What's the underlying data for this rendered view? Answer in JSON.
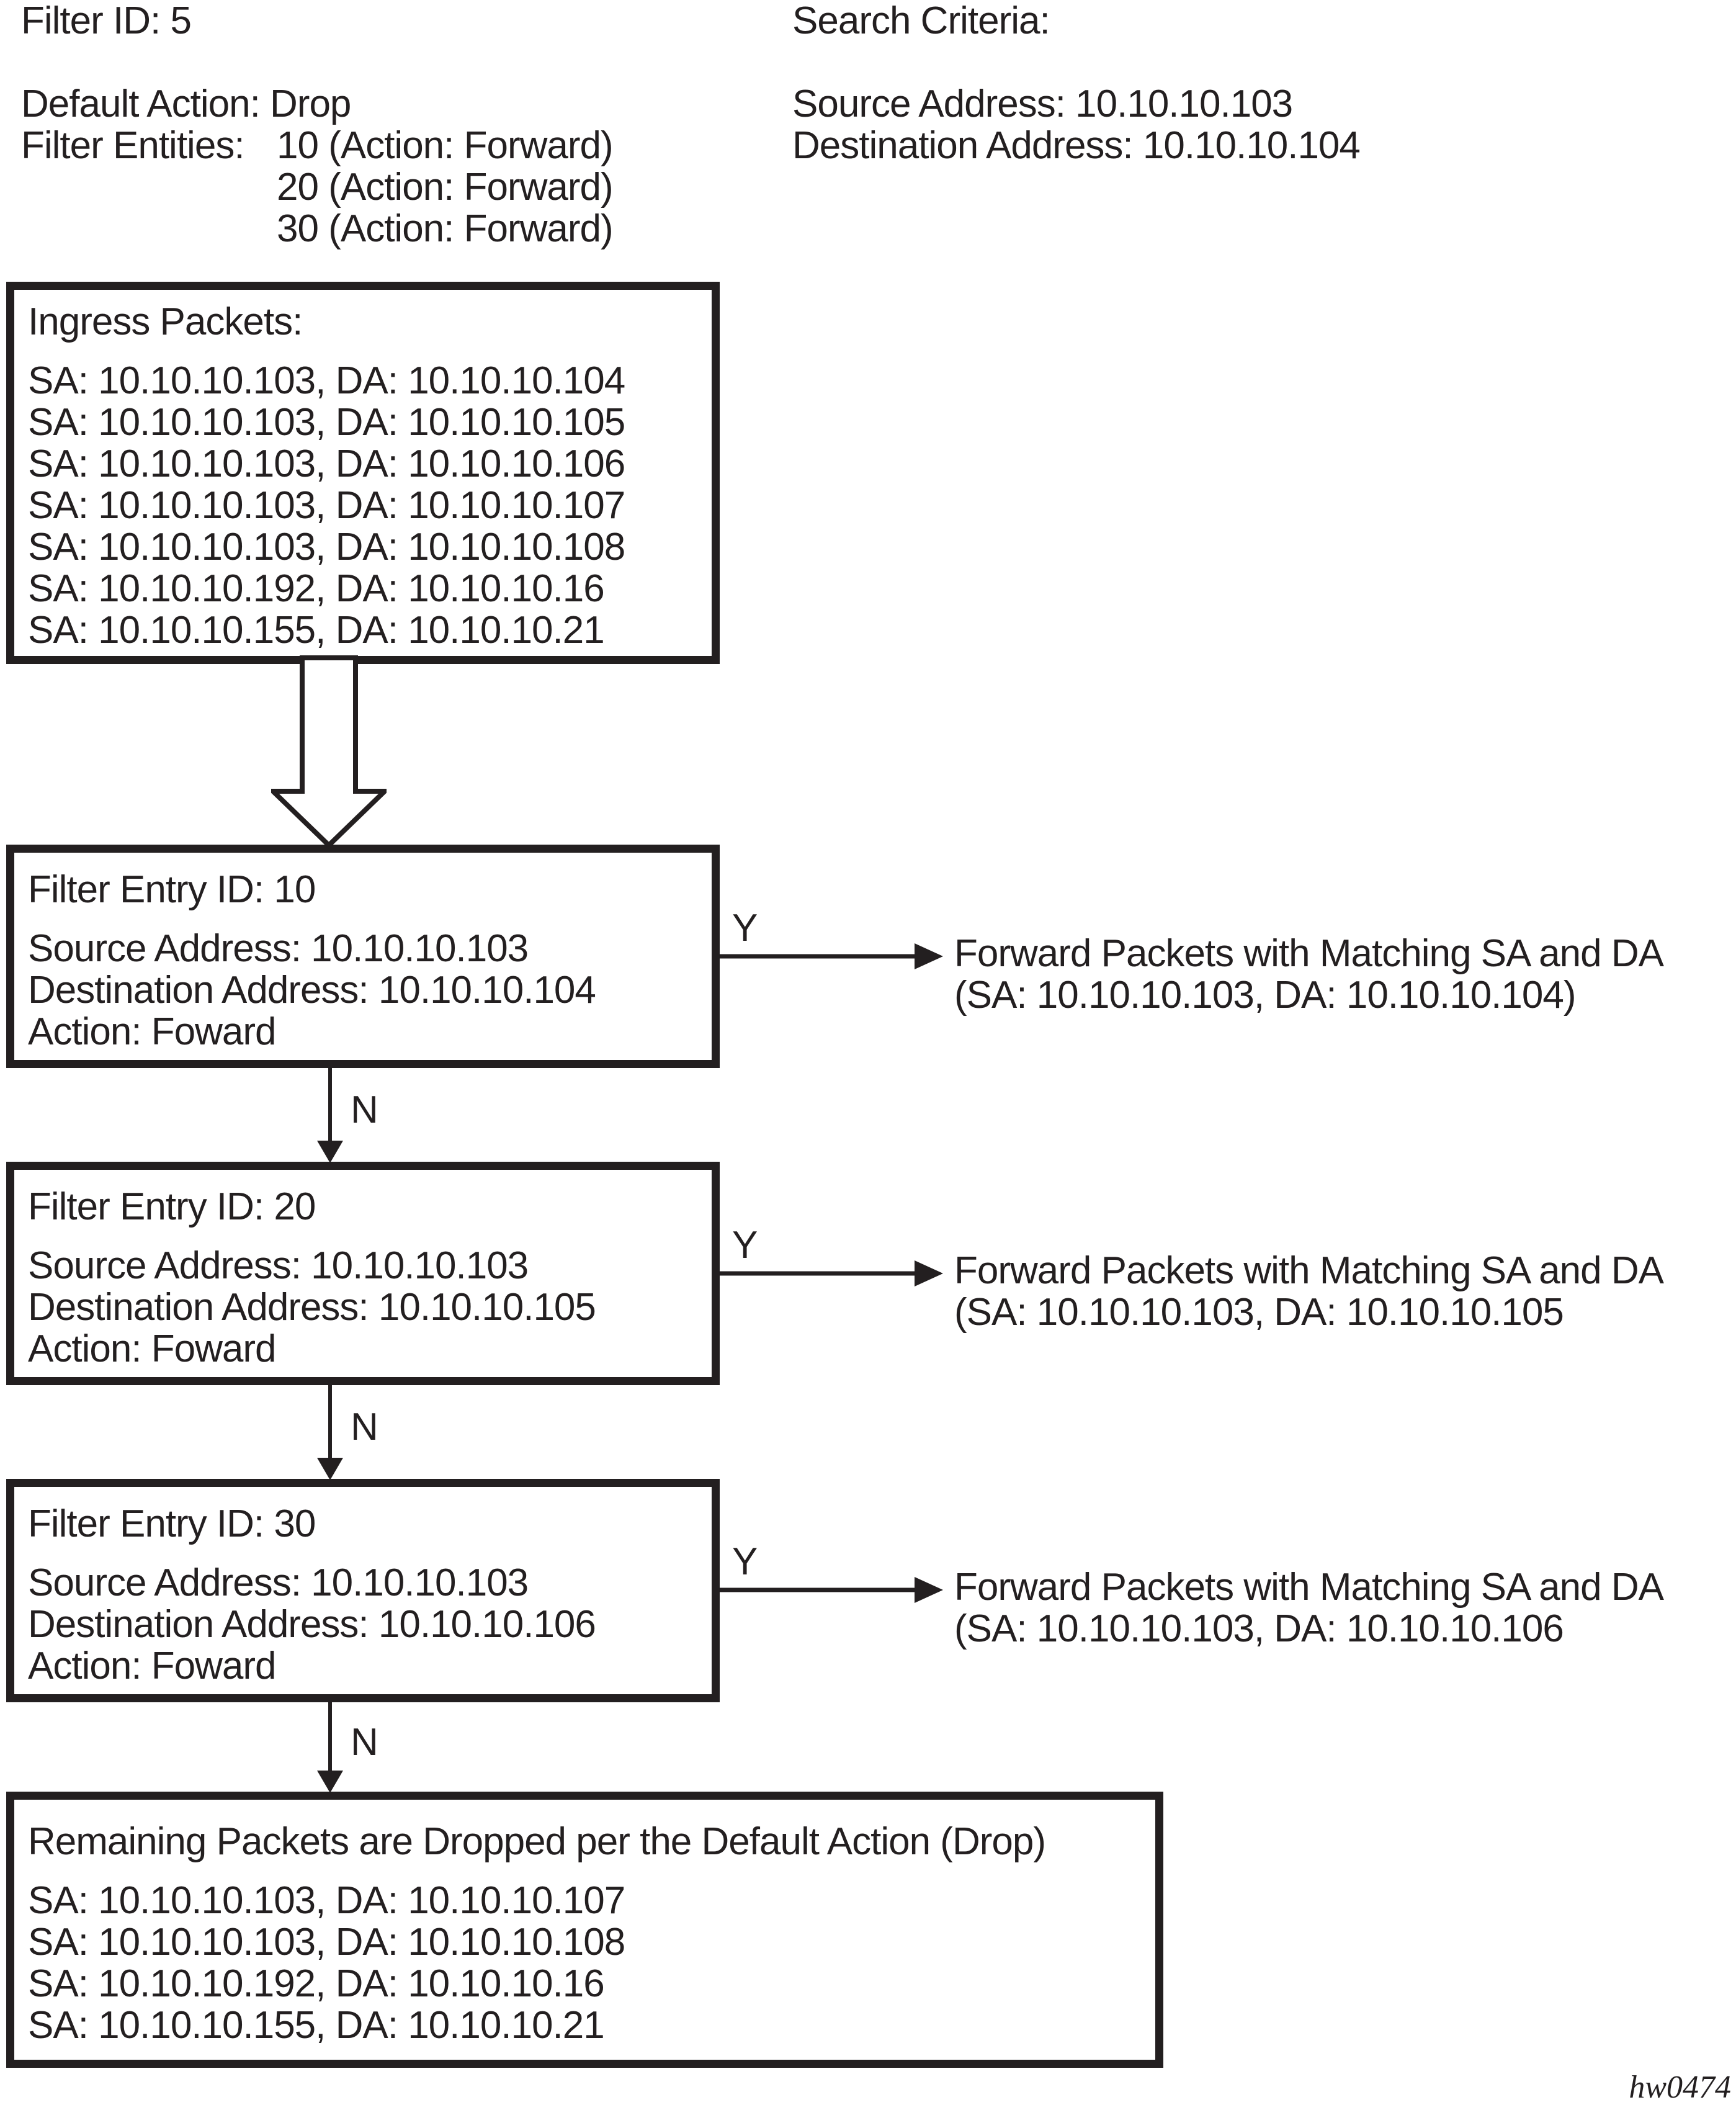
{
  "page": {
    "colors": {
      "ink": "#231f20",
      "background": "#ffffff"
    },
    "header_left": {
      "filter_id": "Filter ID: 5",
      "default_action": "Default Action: Drop",
      "entities_label": "Filter Entities:",
      "entities": [
        "10 (Action: Forward)",
        "20 (Action: Forward)",
        "30 (Action: Forward)"
      ]
    },
    "search_criteria": {
      "title": "Search Criteria:",
      "source": "Source Address: 10.10.10.103",
      "destination": "Destination Address: 10.10.10.104"
    },
    "ingress_box": {
      "title": "Ingress Packets:",
      "packets": [
        "SA: 10.10.10.103, DA: 10.10.10.104",
        "SA: 10.10.10.103, DA: 10.10.10.105",
        "SA: 10.10.10.103, DA: 10.10.10.106",
        "SA: 10.10.10.103, DA: 10.10.10.107",
        "SA: 10.10.10.103, DA: 10.10.10.108",
        "SA: 10.10.10.192, DA: 10.10.10.16",
        "SA: 10.10.10.155, DA: 10.10.10.21"
      ]
    },
    "filter_boxes": [
      {
        "title": "Filter Entry ID: 10",
        "source": "Source Address: 10.10.10.103",
        "destination": "Destination Address: 10.10.10.104",
        "action": "Action: Foward",
        "yes_label": "Y",
        "no_label": "N",
        "result_line1": "Forward Packets with Matching SA and DA",
        "result_line2": "(SA: 10.10.10.103, DA: 10.10.10.104)"
      },
      {
        "title": "Filter Entry ID: 20",
        "source": "Source Address: 10.10.10.103",
        "destination": "Destination Address: 10.10.10.105",
        "action": "Action: Foward",
        "yes_label": "Y",
        "no_label": "N",
        "result_line1": "Forward Packets with Matching SA and DA",
        "result_line2": "(SA: 10.10.10.103, DA: 10.10.10.105"
      },
      {
        "title": "Filter Entry ID: 30",
        "source": "Source Address: 10.10.10.103",
        "destination": "Destination Address: 10.10.10.106",
        "action": "Action: Foward",
        "yes_label": "Y",
        "no_label": "N",
        "result_line1": "Forward Packets with Matching SA and DA",
        "result_line2": "(SA: 10.10.10.103, DA: 10.10.10.106"
      }
    ],
    "drop_box": {
      "title": "Remaining Packets are Dropped per the Default Action (Drop)",
      "packets": [
        "SA: 10.10.10.103, DA: 10.10.10.107",
        "SA: 10.10.10.103, DA: 10.10.10.108",
        "SA: 10.10.10.192, DA: 10.10.10.16",
        "SA: 10.10.10.155, DA: 10.10.10.21"
      ]
    },
    "figure_code": "hw0474"
  }
}
